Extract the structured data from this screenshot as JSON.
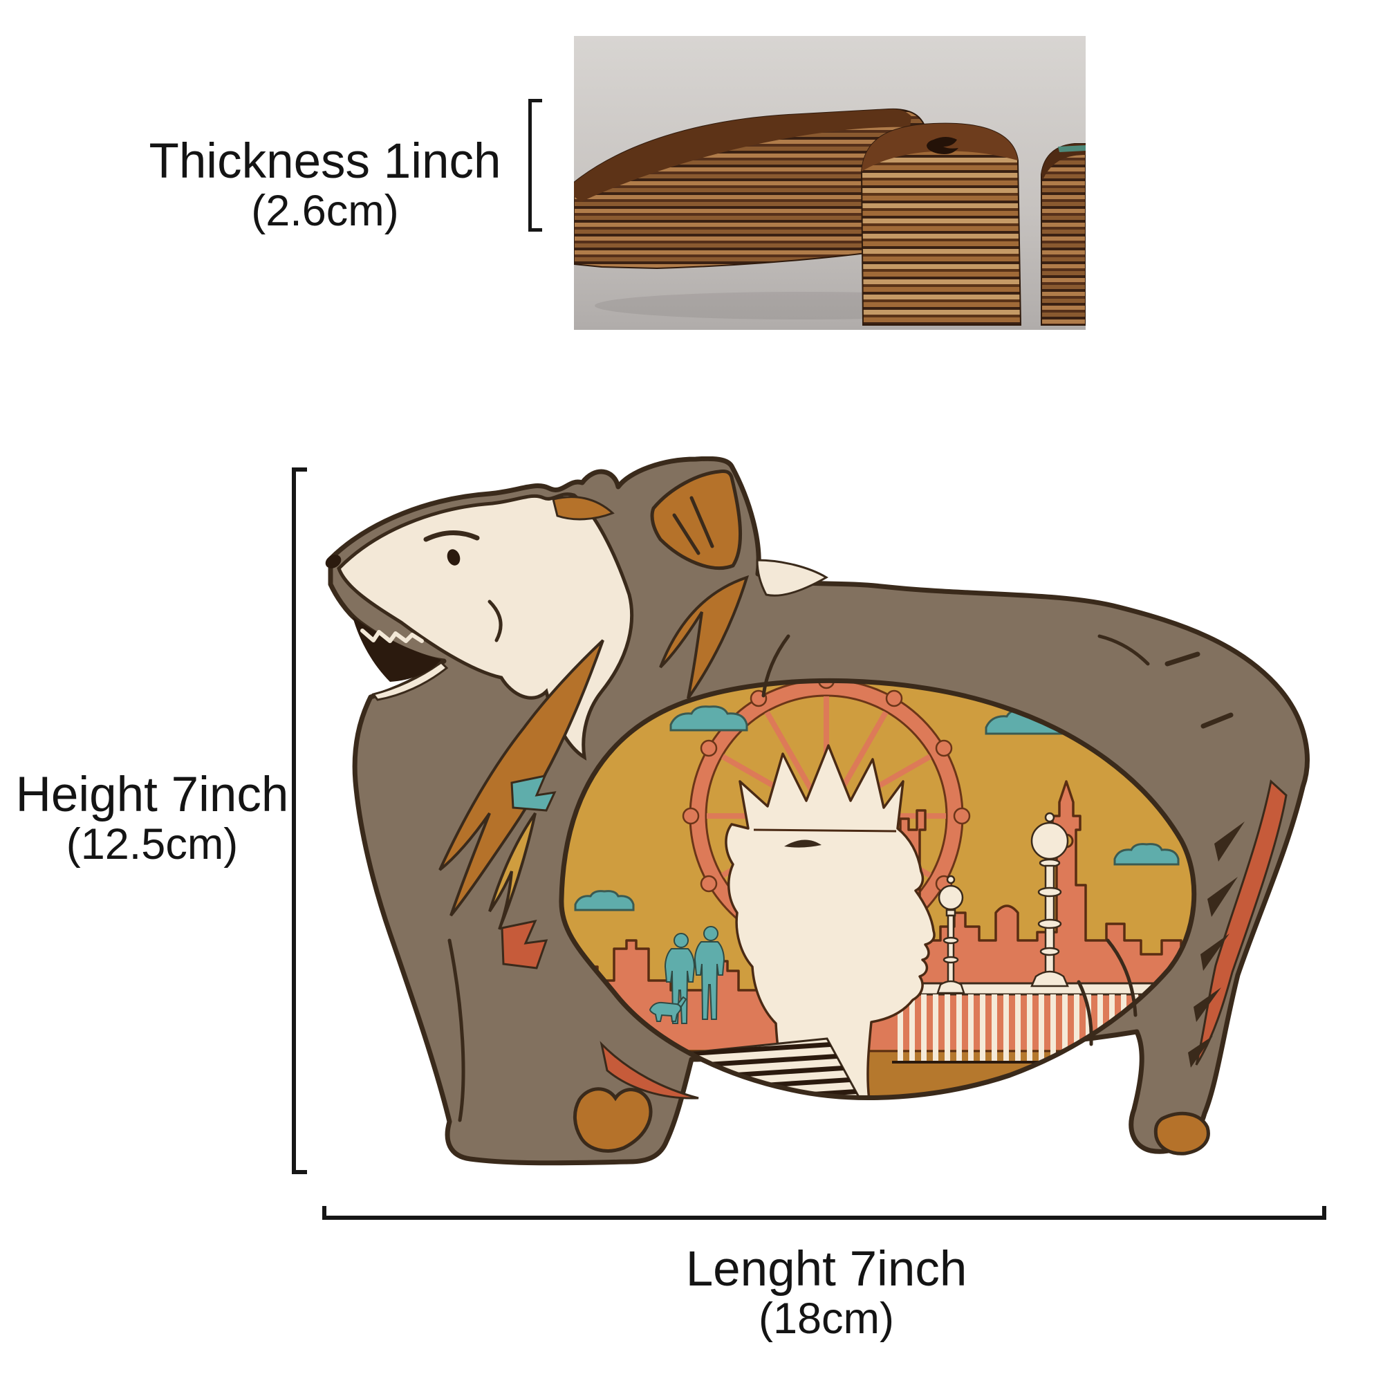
{
  "page": {
    "background": "#ffffff"
  },
  "product": {
    "subject": "layered wooden corgi decoration with London skyline scene",
    "dimensions": {
      "thickness": {
        "label": "Thickness 1inch",
        "metric": "(2.6cm)"
      },
      "height": {
        "label": "Height 7inch",
        "metric": "(12.5cm)"
      },
      "length": {
        "label": "Lenght 7inch",
        "metric": "(18cm)"
      }
    }
  },
  "palette": {
    "body_taupe": "#82715f",
    "outline_dark": "#3a2a1b",
    "cream": "#f3e8d7",
    "amber": "#b5722a",
    "mustard": "#cf9d3f",
    "salmon": "#dd7a58",
    "terracotta": "#c65b3a",
    "teal": "#5fadab",
    "ground_amber": "#b5782d",
    "photo_background_gray": "#c9c5c2",
    "label_text": "#141414"
  },
  "scene_landmarks": [
    "london-eye-ferris-wheel",
    "westminster-tower",
    "big-ben",
    "london-skyline",
    "queen-profile-silhouette",
    "bridge-railing",
    "street-lampposts",
    "stairs",
    "clouds",
    "people-silhouettes",
    "small-dog-silhouette"
  ]
}
